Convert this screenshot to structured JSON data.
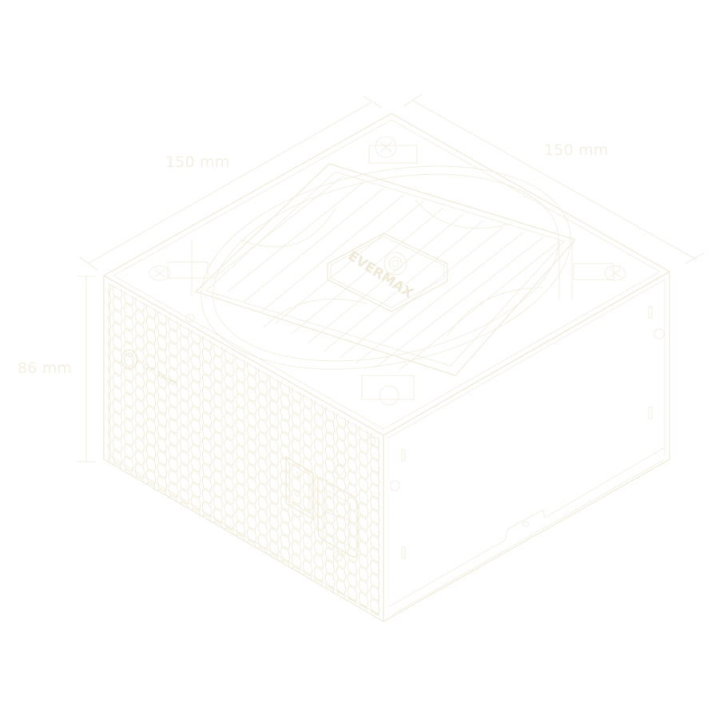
{
  "diagram": {
    "subject": "Isometric line drawing of a power supply unit",
    "line_color": "#f1ecdc",
    "background_color": "#ffffff",
    "dimensions": {
      "width_left": "150 mm",
      "depth_right": "150 mm",
      "height": "86 mm"
    },
    "labels": {
      "fan_hub_brand": "EVERMAX",
      "switch_label": "D.F. Switch"
    },
    "components": [
      "top-fan-grille",
      "fan-hub-badge",
      "honeycomb-vent-panel",
      "power-rocker-switch",
      "iec-ac-inlet",
      "df-switch-button",
      "side-panel-screws"
    ]
  }
}
